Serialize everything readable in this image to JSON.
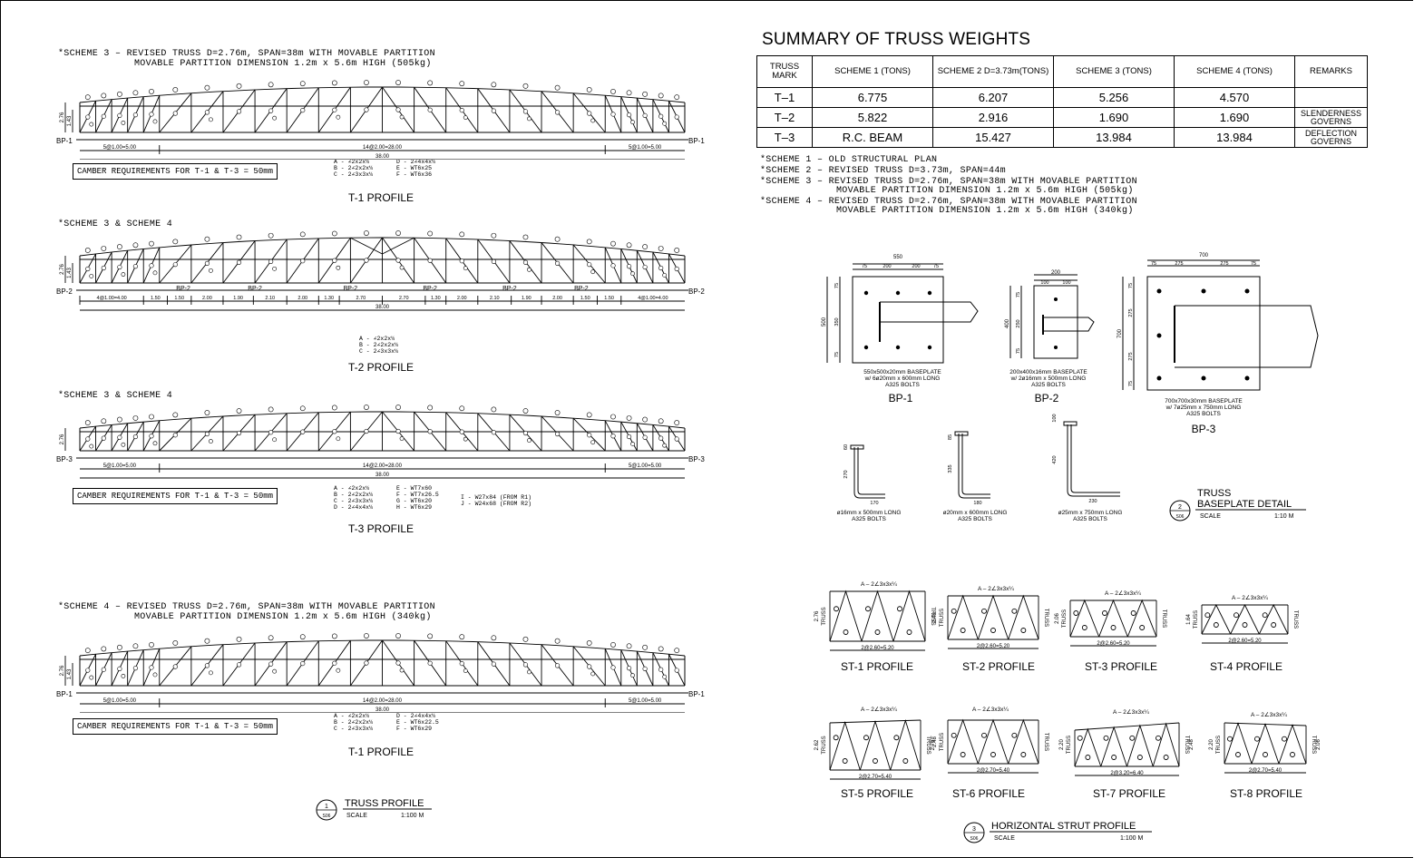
{
  "left": {
    "truss1": {
      "note": [
        "*SCHEME 3 – REVISED TRUSS D=2.76m, SPAN=38m WITH MOVABLE PARTITION",
        "MOVABLE PARTITION DIMENSION 1.2m x 5.6m HIGH (505kg)"
      ],
      "height_label": "2.76",
      "inner_label": "1.43",
      "bp_left": "BP-1",
      "bp_right": "BP-1",
      "dim_left": "5@1.00=5.00",
      "dim_mid": "14@2.00=28.00",
      "dim_right": "5@1.00=5.00",
      "dim_total": "38.00",
      "camber": "CAMBER REQUIREMENTS FOR T-1 & T-3 = 50mm",
      "legend_a": [
        "A - ∠2x2x¼",
        "B - 2∠2x2x¼",
        "C - 2∠3x3x¼"
      ],
      "legend_b": [
        "D - 2∠4x4x¼",
        "E - WT6x25",
        "F - WT6x36"
      ],
      "title": "T-1 PROFILE"
    },
    "truss2": {
      "note": [
        "*SCHEME 3 & SCHEME 4"
      ],
      "height_label": "2.76",
      "inner_label": "1.43",
      "bp_left": "BP-2",
      "bp_right": "BP-2",
      "bp_marks": [
        "BP-2",
        "BP-2",
        "BP-2",
        "BP-2",
        "BP-2",
        "BP-2"
      ],
      "dims": [
        "4@1.00=4.00",
        "1.50",
        "1.50",
        "2.00",
        "1.90",
        "2.10",
        "2.00",
        "1.30",
        "2.70",
        "2.70",
        "1.30",
        "2.00",
        "2.10",
        "1.90",
        "2.00",
        "1.50",
        "1.50",
        "4@1.00=4.00"
      ],
      "dim_total": "38.00",
      "legend_a": [
        "A - ∠2x2x¼",
        "B - 2∠2x2x¼",
        "C - 2∠3x3x¼"
      ],
      "title": "T-2 PROFILE"
    },
    "truss3": {
      "note": [
        "*SCHEME 3 & SCHEME 4"
      ],
      "height_label": "2.76",
      "bp_left": "BP-3",
      "bp_right": "BP-3",
      "dim_left": "5@1.00=5.00",
      "dim_mid": "14@2.00=28.00",
      "dim_right": "5@1.00=5.00",
      "dim_total": "38.00",
      "camber": "CAMBER REQUIREMENTS FOR T-1 & T-3 = 50mm",
      "legend_a": [
        "A - ∠2x2x¼",
        "B - 2∠2x2x¼",
        "C - 2∠3x3x¼",
        "D - 2∠4x4x¼"
      ],
      "legend_b": [
        "E - WT7x60",
        "F - WT7x26.5",
        "G - WT6x20",
        "H - WT6x29"
      ],
      "legend_c": [
        "I - W27x84 (FROM R1)",
        "J - W24x68 (FROM R2)"
      ],
      "title": "T-3 PROFILE"
    },
    "truss4": {
      "note": [
        "*SCHEME 4 – REVISED TRUSS D=2.76m, SPAN=38m WITH MOVABLE PARTITION",
        "MOVABLE PARTITION DIMENSION 1.2m x 5.6m HIGH (340kg)"
      ],
      "height_label": "2.76",
      "inner_label": "1.43",
      "bp_left": "BP-1",
      "bp_right": "BP-1",
      "dim_left": "5@1.00=5.00",
      "dim_mid": "14@2.00=28.00",
      "dim_right": "5@1.00=5.00",
      "dim_total": "38.00",
      "camber": "CAMBER REQUIREMENTS FOR T-1 & T-3 = 50mm",
      "legend_a": [
        "A - ∠2x2x¼",
        "B - 2∠2x2x¼",
        "C - 2∠3x3x¼"
      ],
      "legend_b": [
        "D - 2∠4x4x¼",
        "E - WT6x22.5",
        "F - WT6x29"
      ],
      "title": "T-1 PROFILE"
    },
    "ref": {
      "num": "1",
      "sheet": "S06",
      "title": "TRUSS PROFILE",
      "scale_label": "SCALE",
      "scale": "1:100 M"
    }
  },
  "summary": {
    "title": "SUMMARY OF TRUSS WEIGHTS",
    "headers": [
      "TRUSS MARK",
      "SCHEME 1 (TONS)",
      "SCHEME 2 D=3.73m(TONS)",
      "SCHEME 3 (TONS)",
      "SCHEME 4 (TONS)",
      "REMARKS"
    ],
    "rows": [
      [
        "T–1",
        "6.775",
        "6.207",
        "5.256",
        "4.570",
        ""
      ],
      [
        "T–2",
        "5.822",
        "2.916",
        "1.690",
        "1.690",
        "SLENDERNESS GOVERNS"
      ],
      [
        "T–3",
        "R.C. BEAM",
        "15.427",
        "13.984",
        "13.984",
        "DEFLECTION GOVERNS"
      ]
    ],
    "notes": [
      "*SCHEME 1 – OLD STRUCTURAL PLAN",
      "*SCHEME 2 – REVISED TRUSS D=3.73m, SPAN=44m",
      "*SCHEME 3 – REVISED TRUSS D=2.76m, SPAN=38m WITH MOVABLE PARTITION",
      "MOVABLE PARTITION DIMENSION 1.2m x 5.6m HIGH (505kg)",
      "*SCHEME 4 – REVISED TRUSS D=2.76m, SPAN=38m WITH MOVABLE PARTITION",
      "MOVABLE PARTITION DIMENSION 1.2m x 5.6m HIGH (340kg)"
    ]
  },
  "baseplates": {
    "bp1": {
      "title": "BP-1",
      "desc": [
        "550x500x20mm BASEPLATE",
        "w/ 6ø20mm x 600mm LONG",
        "A325 BOLTS"
      ],
      "top": "550",
      "segs": [
        "75",
        "200",
        "200",
        "75"
      ],
      "side": [
        "75",
        "350",
        "75"
      ],
      "height": "500"
    },
    "bp2": {
      "title": "BP-2",
      "desc": [
        "200x400x16mm BASEPLATE",
        "w/ 2ø16mm x 500mm LONG",
        "A325 BOLTS"
      ],
      "top": "200",
      "segs": [
        "100",
        "100"
      ],
      "side": [
        "75",
        "250",
        "75"
      ],
      "height": "400"
    },
    "bp3": {
      "title": "BP-3",
      "desc": [
        "700x700x30mm BASEPLATE",
        "w/ 7ø25mm x 750mm LONG",
        "A325 BOLTS"
      ],
      "top": "700",
      "segs": [
        "75",
        "275",
        "275",
        "75"
      ],
      "side": [
        "75",
        "275",
        "275",
        "75"
      ],
      "height": "700"
    },
    "bolt1": {
      "desc": [
        "ø16mm x 500mm LONG",
        "A325 BOLTS"
      ],
      "top": "60",
      "len": "270",
      "foot": "170"
    },
    "bolt2": {
      "desc": [
        "ø20mm x 600mm LONG",
        "A325 BOLTS"
      ],
      "top": "85",
      "len": "335",
      "foot": "180"
    },
    "bolt3": {
      "desc": [
        "ø25mm x 750mm LONG",
        "A325 BOLTS"
      ],
      "top": "100",
      "len": "420",
      "foot": "230"
    },
    "ref": {
      "num": "2",
      "sheet": "S06",
      "title_1": "TRUSS",
      "title_2": "BASEPLATE DETAIL",
      "scale_label": "SCALE",
      "scale": "1:10 M"
    }
  },
  "struts": {
    "items": [
      {
        "title": "ST-1 PROFILE",
        "member": "A – 2∠3x3x¼",
        "dim": "2@2.60=5.20",
        "height": "2.76",
        "side": "TRUSS"
      },
      {
        "title": "ST-2 PROFILE",
        "member": "A – 2∠3x3x¼",
        "dim": "2@2.60=5.20",
        "height": "2.48",
        "side": "TRUSS"
      },
      {
        "title": "ST-3 PROFILE",
        "member": "A – 2∠3x3x¼",
        "dim": "2@2.60=5.20",
        "height": "2.06",
        "side": "TRUSS"
      },
      {
        "title": "ST-4 PROFILE",
        "member": "A – 2∠3x3x¼",
        "dim": "2@2.60=5.20",
        "height": "1.64",
        "side": "TRUSS"
      },
      {
        "title": "ST-5 PROFILE",
        "member": "A – 2∠3x3x¼",
        "dim": "2@2.70=5.40",
        "height": "2.62",
        "height_r": "2.76",
        "side": "TRUSS"
      },
      {
        "title": "ST-6 PROFILE",
        "member": "A – 2∠3x3x¼",
        "dim": "2@2.70=5.40",
        "height": "2.48",
        "side": "TRUSS"
      },
      {
        "title": "ST-7 PROFILE",
        "member": "A – 2∠3x3x¼",
        "dim": "2@3.20=6.40",
        "height": "2.20",
        "height_r": "2.48",
        "side": "TRUSS"
      },
      {
        "title": "ST-8 PROFILE",
        "member": "A – 2∠3x3x¼",
        "dim": "2@2.70=5.40",
        "height": "2.20",
        "height_r": "2.06",
        "side": "TRUSS"
      }
    ],
    "ref": {
      "num": "3",
      "sheet": "S06",
      "title": "HORIZONTAL STRUT PROFILE",
      "scale_label": "SCALE",
      "scale": "1:100 M"
    }
  }
}
